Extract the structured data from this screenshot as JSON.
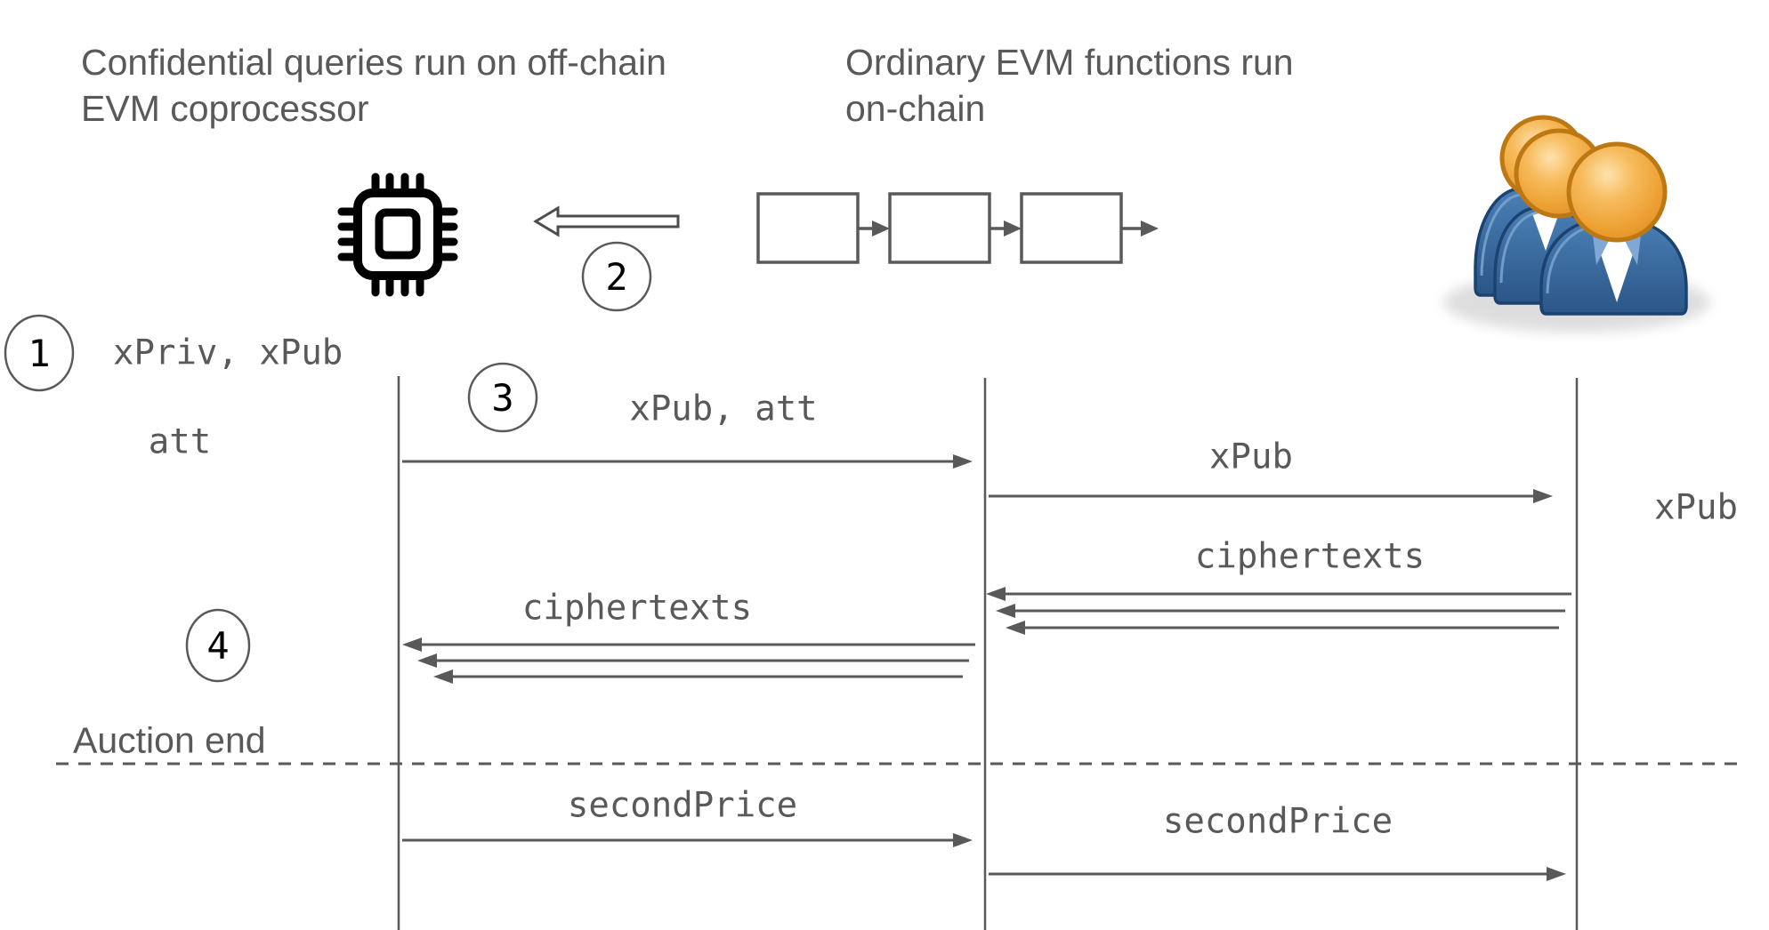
{
  "titles": {
    "left_line1": "Confidential queries run on off-chain",
    "left_line2": "EVM coprocessor",
    "right_line1": "Ordinary EVM functions run",
    "right_line2": "on-chain"
  },
  "steps": {
    "s1": "1",
    "s2": "2",
    "s3": "3",
    "s4": "4"
  },
  "labels": {
    "xpriv_xpub": "xPriv, xPub",
    "att": "att",
    "xpub_att": "xPub, att",
    "xpub_chain": "xPub",
    "xpub_user": "xPub",
    "ciphertexts_right": "ciphertexts",
    "ciphertexts_left": "ciphertexts",
    "secondprice_left": "secondPrice",
    "secondprice_right": "secondPrice",
    "auction_end": "Auction end"
  },
  "icons": {
    "coprocessor": "cpu-chip-icon",
    "bidders": "users-icon",
    "chain": "blockchain-blocks-icon",
    "feed": "left-block-arrow-icon"
  },
  "colors": {
    "line": "#595959",
    "label_text": "#595959",
    "step_number": "#000000",
    "cpu_icon": "#000000",
    "user_head_orange": "#eda133",
    "user_body_blue": "#33659e"
  }
}
